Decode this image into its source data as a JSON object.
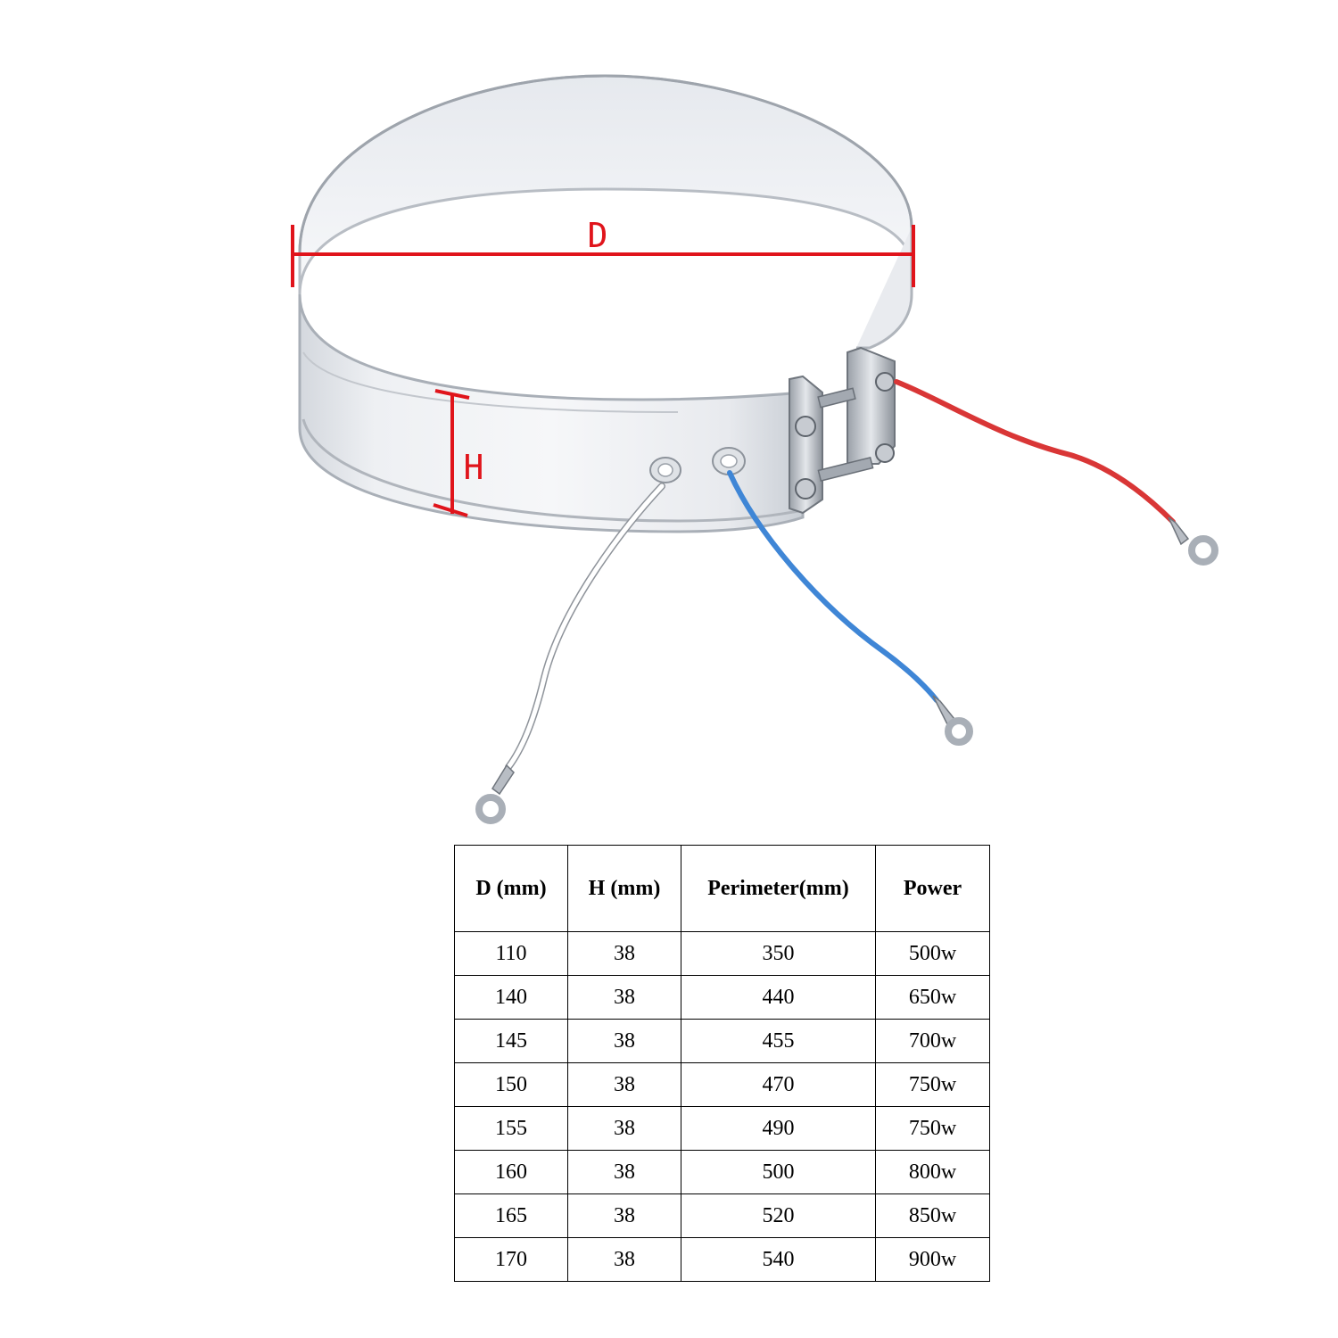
{
  "figure": {
    "diameter_label": "D",
    "height_label": "H",
    "dimension_color": "#e0141b",
    "wire_colors": [
      "#ffffff",
      "#3f86d6",
      "#d93636"
    ]
  },
  "table": {
    "headers": [
      "D (mm)",
      "H (mm)",
      "Perimeter(mm)",
      "Power"
    ],
    "rows": [
      [
        "110",
        "38",
        "350",
        "500w"
      ],
      [
        "140",
        "38",
        "440",
        "650w"
      ],
      [
        "145",
        "38",
        "455",
        "700w"
      ],
      [
        "150",
        "38",
        "470",
        "750w"
      ],
      [
        "155",
        "38",
        "490",
        "750w"
      ],
      [
        "160",
        "38",
        "500",
        "800w"
      ],
      [
        "165",
        "38",
        "520",
        "850w"
      ],
      [
        "170",
        "38",
        "540",
        "900w"
      ]
    ]
  }
}
